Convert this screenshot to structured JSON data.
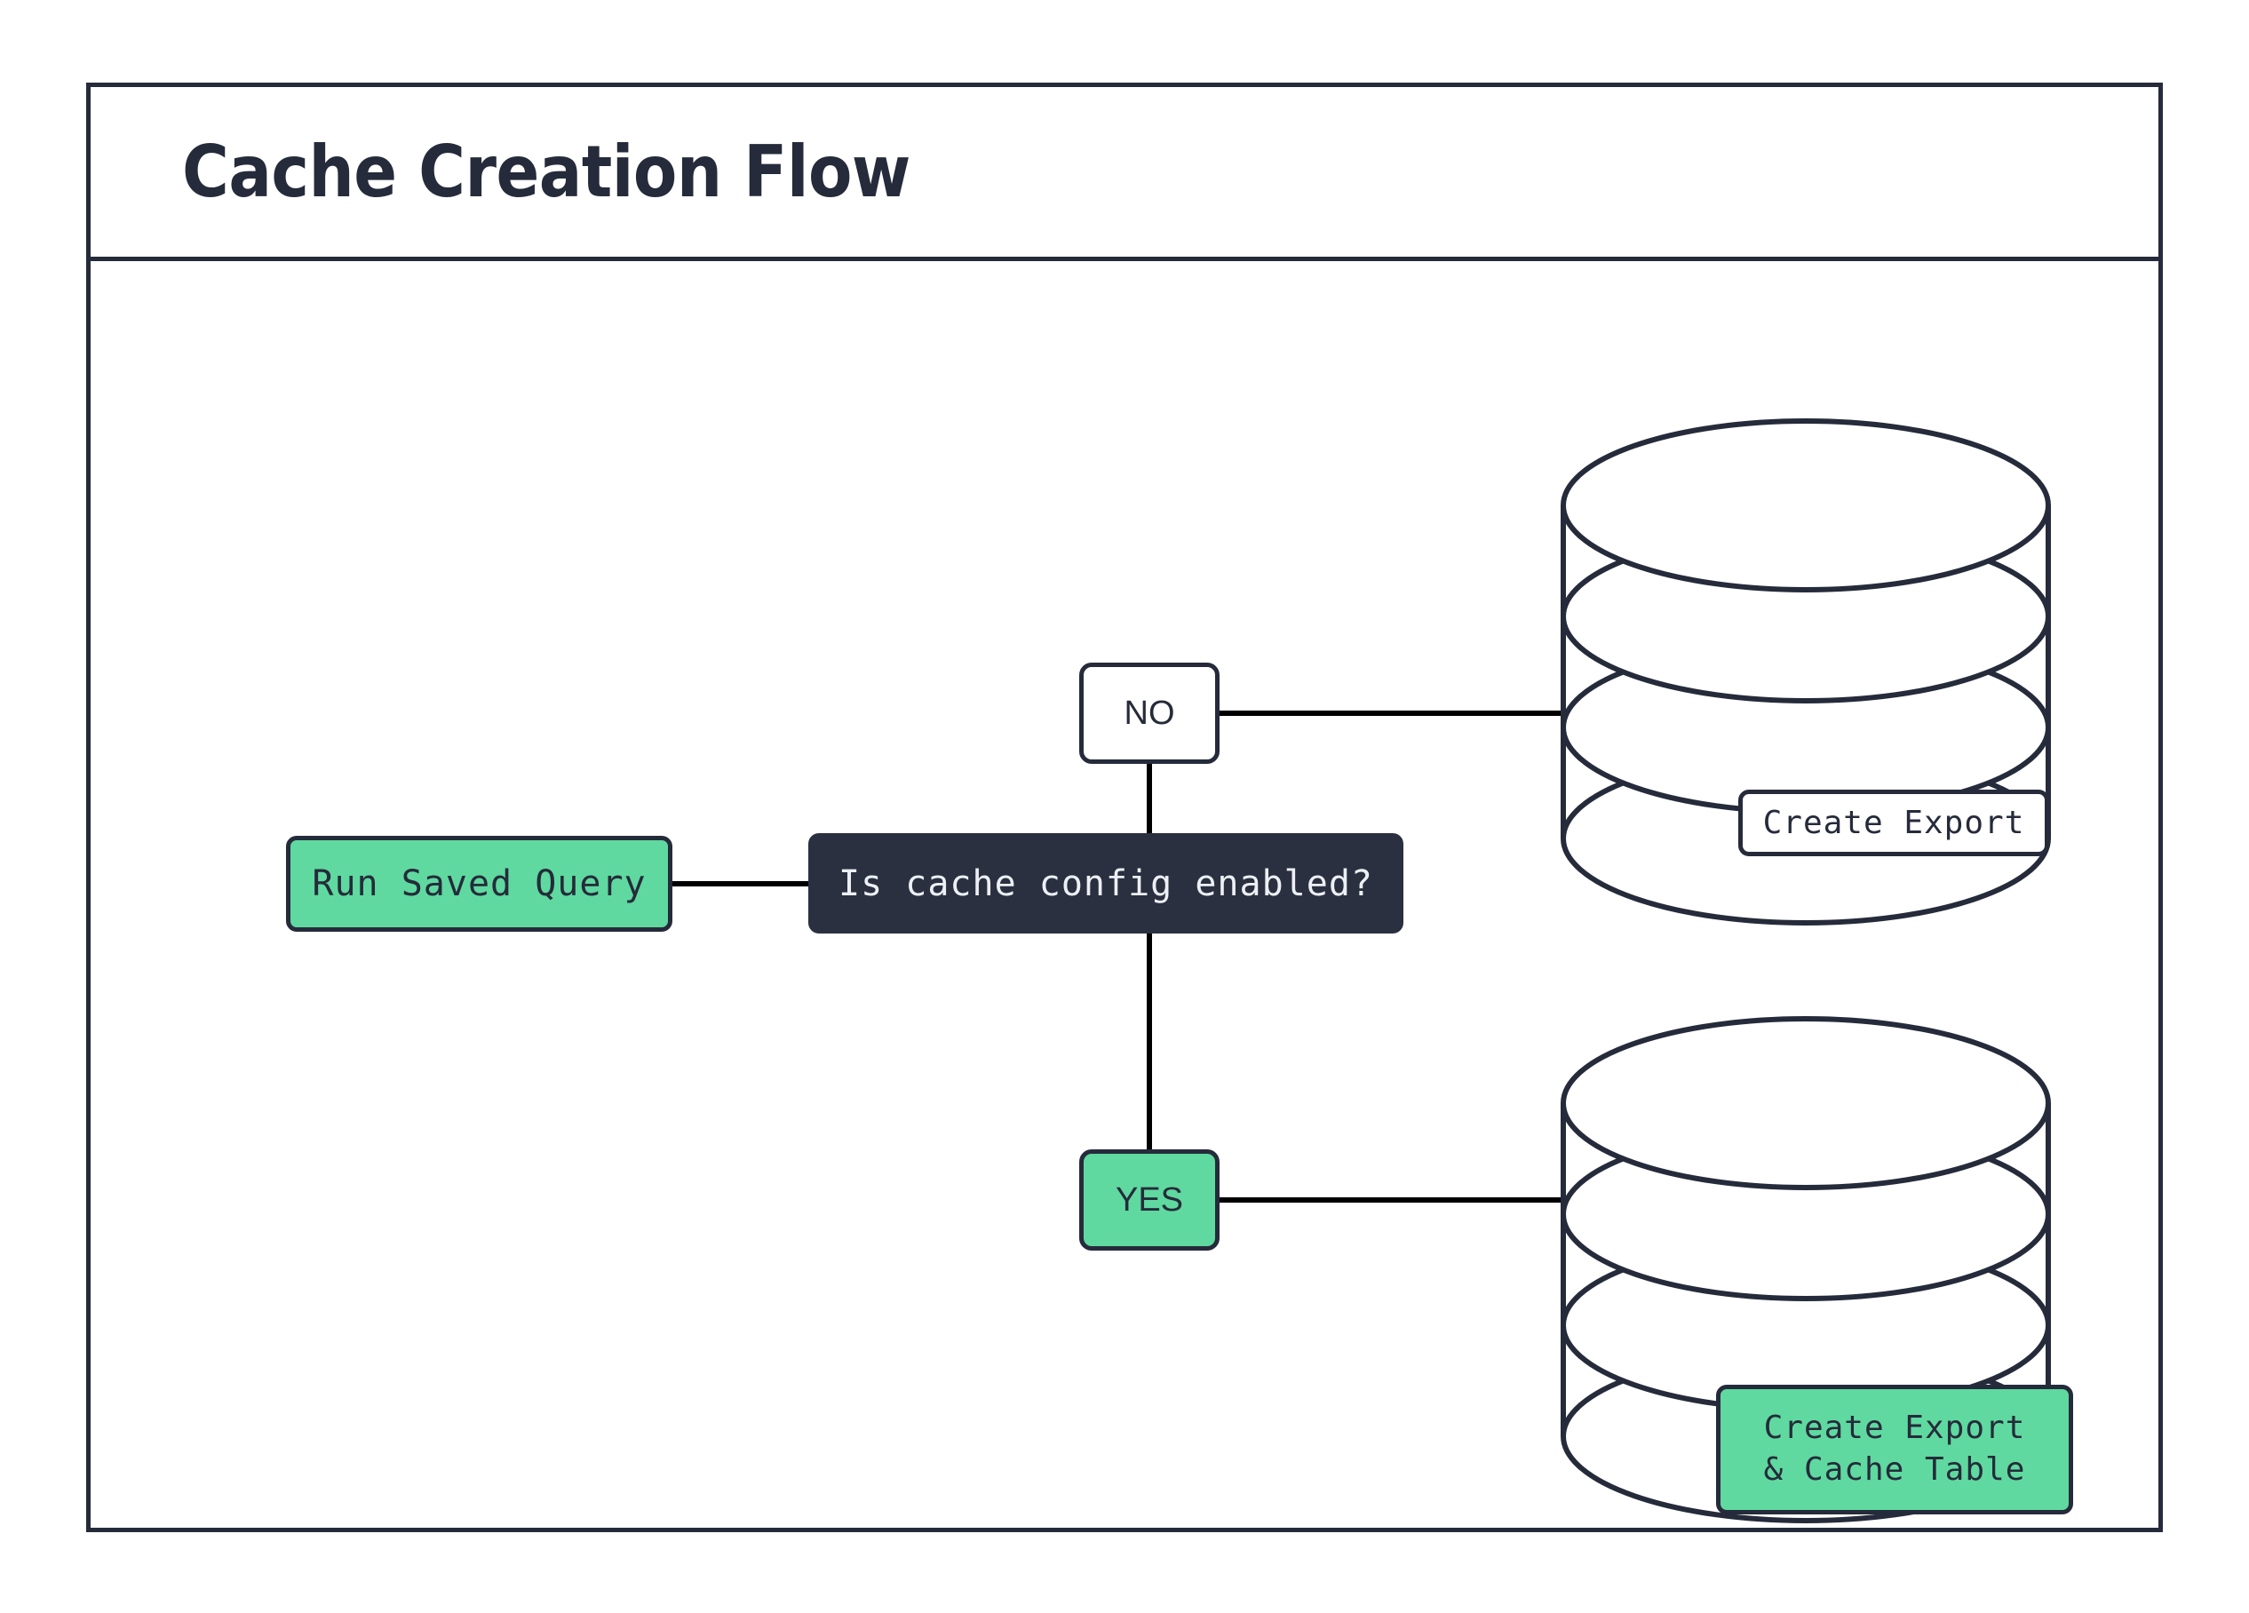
{
  "frame": {
    "title": "Cache Creation Flow",
    "border_color": "#252b3a",
    "background": "#ffffff"
  },
  "colors": {
    "stroke": "#252b3a",
    "accent_green": "#5fd9a0",
    "decision_dark": "#2b3040",
    "decision_text": "#eceff4",
    "edge_line": "#000000"
  },
  "nodes": {
    "run_saved_query": {
      "label": "Run Saved Query",
      "shape": "rounded-rect",
      "fill": "#5fd9a0"
    },
    "decision": {
      "label": "Is cache config enabled?",
      "shape": "rounded-rect",
      "fill": "#2b3040"
    },
    "branch_no": {
      "label": "NO",
      "shape": "rounded-rect",
      "fill": "#ffffff"
    },
    "branch_yes": {
      "label": "YES",
      "shape": "rounded-rect",
      "fill": "#5fd9a0"
    },
    "db_top": {
      "shape": "cylinder",
      "label": "Create Export",
      "label_fill": "#ffffff"
    },
    "db_bottom": {
      "shape": "cylinder",
      "label_line_1": "Create Export",
      "label_line_2": "& Cache Table",
      "label_fill": "#5fd9a0"
    }
  },
  "edges": [
    {
      "from": "run_saved_query",
      "to": "decision",
      "orientation": "horizontal"
    },
    {
      "from": "decision",
      "to": "branch_no",
      "orientation": "vertical"
    },
    {
      "from": "branch_no",
      "to": "db_top",
      "orientation": "horizontal"
    },
    {
      "from": "decision",
      "to": "branch_yes",
      "orientation": "vertical"
    },
    {
      "from": "branch_yes",
      "to": "db_bottom",
      "orientation": "horizontal"
    }
  ]
}
